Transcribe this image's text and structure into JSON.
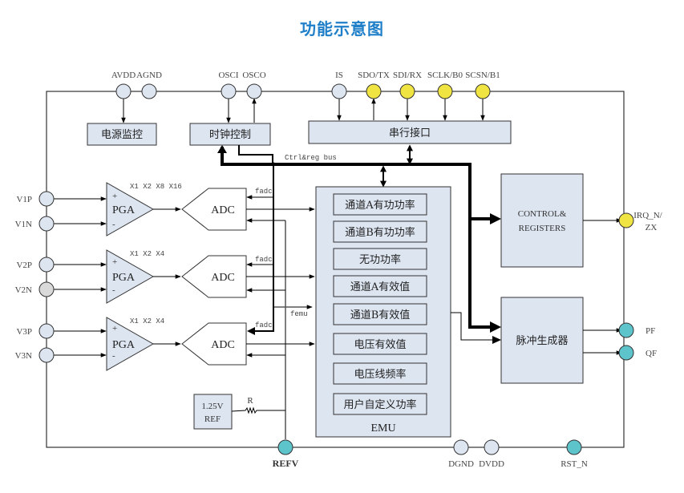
{
  "title": "功能示意图",
  "colors": {
    "title": "#1f7fc8",
    "block_fill": "#dde5f1",
    "pin_default": "#dde5f1",
    "pin_yellow": "#f0e442",
    "pin_cyan": "#5ec4cc",
    "pin_gray": "#d9d9d9"
  },
  "top_pins": [
    {
      "label": "AVDD",
      "color": "default"
    },
    {
      "label": "AGND",
      "color": "default"
    },
    {
      "label": "OSCI",
      "color": "default"
    },
    {
      "label": "OSCO",
      "color": "default"
    },
    {
      "label": "IS",
      "color": "default"
    },
    {
      "label": "SDO/TX",
      "color": "yellow"
    },
    {
      "label": "SDI/RX",
      "color": "yellow"
    },
    {
      "label": "SCLK/B0",
      "color": "yellow"
    },
    {
      "label": "SCSN/B1",
      "color": "yellow"
    }
  ],
  "left_pins": [
    {
      "label": "V1P",
      "color": "default"
    },
    {
      "label": "V1N",
      "color": "default"
    },
    {
      "label": "V2P",
      "color": "default"
    },
    {
      "label": "V2N",
      "color": "gray"
    },
    {
      "label": "V3P",
      "color": "default"
    },
    {
      "label": "V3N",
      "color": "default"
    }
  ],
  "right_pins": [
    {
      "label": "IRQ_N/",
      "label2": "ZX",
      "color": "yellow"
    },
    {
      "label": "PF",
      "color": "cyan"
    },
    {
      "label": "QF",
      "color": "cyan"
    }
  ],
  "bottom_pins": [
    {
      "label": "REFV",
      "color": "cyan"
    },
    {
      "label": "DGND",
      "color": "default"
    },
    {
      "label": "DVDD",
      "color": "default"
    },
    {
      "label": "RST_N",
      "color": "cyan"
    }
  ],
  "blocks": {
    "power_monitor": "电源监控",
    "clock_control": "时钟控制",
    "serial_interface": "串行接口",
    "control_registers_1": "CONTROL&",
    "control_registers_2": "REGISTERS",
    "pulse_generator": "脉冲生成器",
    "ref_1": "1.25V",
    "ref_2": "REF",
    "emu": "EMU"
  },
  "emu_items": [
    "通道A有功功率",
    "通道B有功功率",
    "无功功率",
    "通道A有效值",
    "通道B有效值",
    "电压有效值",
    "电压线频率",
    "用户自定义功率"
  ],
  "pga": [
    {
      "label": "PGA",
      "gains": "X1  X2  X8  X16"
    },
    {
      "label": "PGA",
      "gains": "X1  X2  X4"
    },
    {
      "label": "PGA",
      "gains": "X1  X2  X4"
    }
  ],
  "adc": [
    "ADC",
    "ADC",
    "ADC"
  ],
  "signals": {
    "bus": "Ctrl&reg bus",
    "fadc": "fadc",
    "femu": "femu",
    "resistor": "R",
    "plus": "+",
    "minus": "-"
  }
}
